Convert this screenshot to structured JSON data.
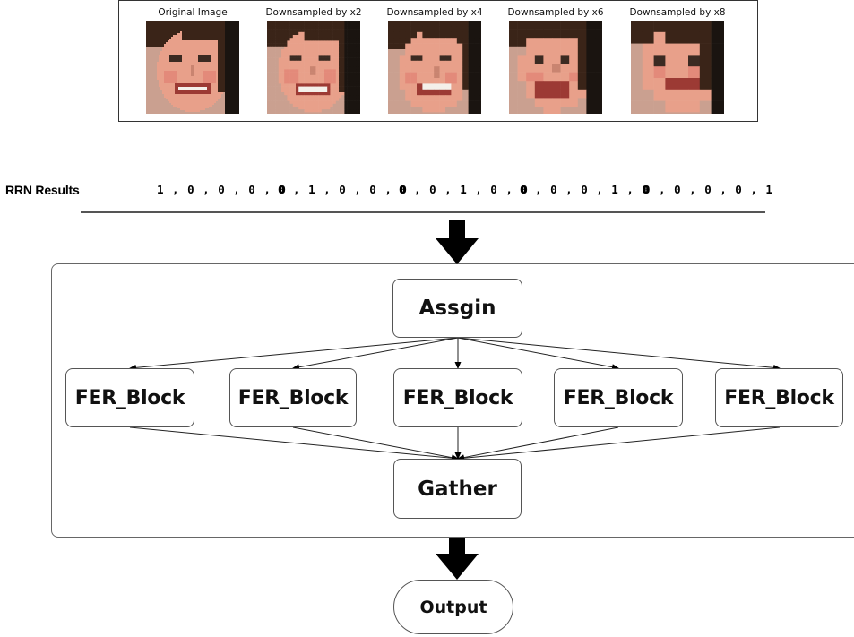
{
  "faces": [
    {
      "label": "Original Image",
      "level": 1
    },
    {
      "label": "Downsampled by x2",
      "level": 2
    },
    {
      "label": "Downsampled by x4",
      "level": 4
    },
    {
      "label": "Downsampled by x6",
      "level": 6
    },
    {
      "label": "Downsampled by x8",
      "level": 8
    }
  ],
  "rrn": {
    "title": "RRN Results",
    "values": [
      "1 , 0 , 0 , 0 , 0",
      "0 , 1 , 0 , 0 , 0",
      "0 , 0 , 1 , 0 , 0",
      "0 , 0 , 0 , 1 , 0",
      "0 , 0 , 0 , 0 , 1"
    ]
  },
  "nodes": {
    "assign": "Assgin",
    "fer_blocks": [
      "FER_Block",
      "FER_Block",
      "FER_Block",
      "FER_Block",
      "FER_Block"
    ],
    "gather": "Gather",
    "output": "Output"
  },
  "colors": {
    "skin": "#e8a08a",
    "hair": "#3a2418",
    "background_dark": "#1a1410",
    "arrow": "#000000",
    "border": "#555555"
  }
}
